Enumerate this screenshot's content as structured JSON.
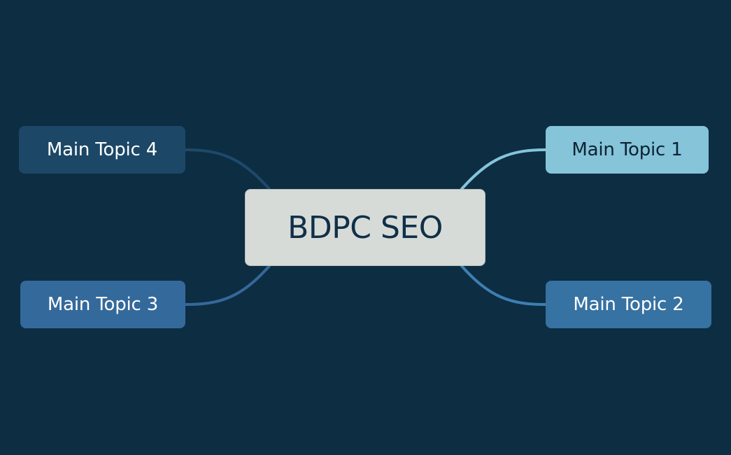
{
  "mindmap": {
    "central": {
      "label": "BDPC SEO",
      "color": "#d7dbd8",
      "text_color": "#0f3047"
    },
    "topics": [
      {
        "label": "Main Topic 1",
        "color": "#85c4d9",
        "text_color": "#0d2233",
        "line_color": "#85c4d9"
      },
      {
        "label": "Main Topic 2",
        "color": "#3672a2",
        "text_color": "#ffffff",
        "line_color": "#3d7fb3"
      },
      {
        "label": "Main Topic 3",
        "color": "#34699b",
        "text_color": "#ffffff",
        "line_color": "#35689a"
      },
      {
        "label": "Main Topic 4",
        "color": "#1c4766",
        "text_color": "#ffffff",
        "line_color": "#1d4a6b"
      }
    ],
    "background": "#0d2d42"
  }
}
